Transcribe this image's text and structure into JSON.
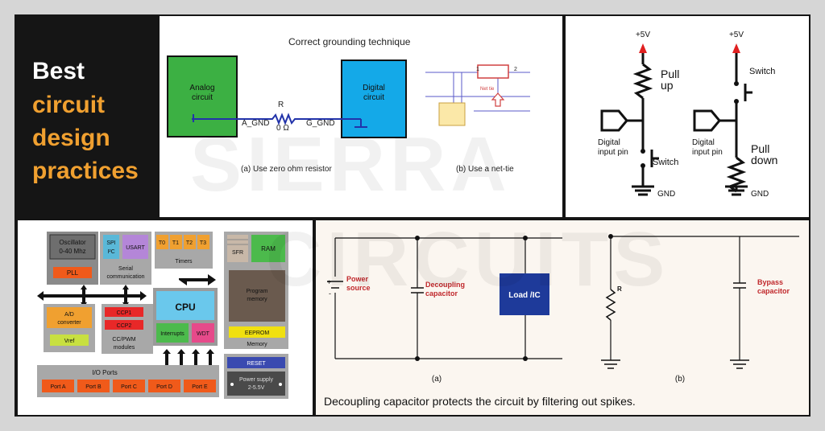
{
  "title": {
    "line1": "Best",
    "line2": "circuit",
    "line3": "design",
    "line4": "practices"
  },
  "grounding": {
    "title": "Correct grounding technique",
    "analog_label_1": "Analog",
    "analog_label_2": "circuit",
    "digital_label_1": "Digital",
    "digital_label_2": "circuit",
    "resistor_label": "R",
    "resistor_value": "0 Ω",
    "agnd": "A_GND",
    "ggnd": "G_GND",
    "caption_a": "(a) Use zero ohm resistor",
    "caption_b": "(b) Use a net-tie",
    "nettie_pin1": "1",
    "nettie_pin2": "2",
    "nettie_label": "Net tie"
  },
  "pull": {
    "vcc_left": "+5V",
    "vcc_right": "+5V",
    "pullup_1": "Pull",
    "pullup_2": "up",
    "pulldown_1": "Pull",
    "pulldown_2": "down",
    "input_left_1": "Digital",
    "input_left_2": "input pin",
    "input_right_1": "Digital",
    "input_right_2": "input pin",
    "switch_left": "Switch",
    "switch_right": "Switch",
    "gnd_left": "GND",
    "gnd_right": "GND"
  },
  "mcu": {
    "oscillator_1": "Oscillator",
    "oscillator_2": "0-40 Mhz",
    "pll": "PLL",
    "spi": "SPI",
    "i2c": "I²C",
    "usart": "USART",
    "serial_1": "Serial",
    "serial_2": "communication",
    "timers": [
      "T0",
      "T1",
      "T2",
      "T3"
    ],
    "timers_label": "Timers",
    "sfr": "SFR",
    "ram": "RAM",
    "cpu": "CPU",
    "interrupts": "Interrupts",
    "wdt": "WDT",
    "program_1": "Program",
    "program_2": "memory",
    "eeprom": "EEPROM",
    "memory": "Memory",
    "ad_1": "A/D",
    "ad_2": "converter",
    "vref": "Vref",
    "ccp1": "CCP1",
    "ccp2": "CCP2",
    "ccpwm_1": "CC/PWM",
    "ccpwm_2": "modules",
    "io_ports": "I/O Ports",
    "ports": [
      "Port A",
      "Port B",
      "Port C",
      "Port D",
      "Port E"
    ],
    "reset": "RESET",
    "power_1": "Power supply",
    "power_2": "2-5.5V"
  },
  "decoupling": {
    "power_1": "Power",
    "power_2": "source",
    "decap_1": "Decoupling",
    "decap_2": "capacitor",
    "load": "Load /IC",
    "r": "R",
    "bypass_1": "Bypass",
    "bypass_2": "capacitor",
    "label_a": "(a)",
    "label_b": "(b)",
    "plus": "+",
    "minus": "-",
    "caption": "Decoupling capacitor protects the circuit by filtering out spikes."
  },
  "watermark": {
    "top": "SIERRA",
    "bottom": "CIRCUITS"
  },
  "colors": {
    "accent_orange": "#f0a030",
    "analog_green": "#3cb043",
    "digital_blue": "#14a9e8",
    "red_label": "#c0282c",
    "cpu_blue": "#6ac8ec",
    "load_blue": "#1e3a9a"
  }
}
